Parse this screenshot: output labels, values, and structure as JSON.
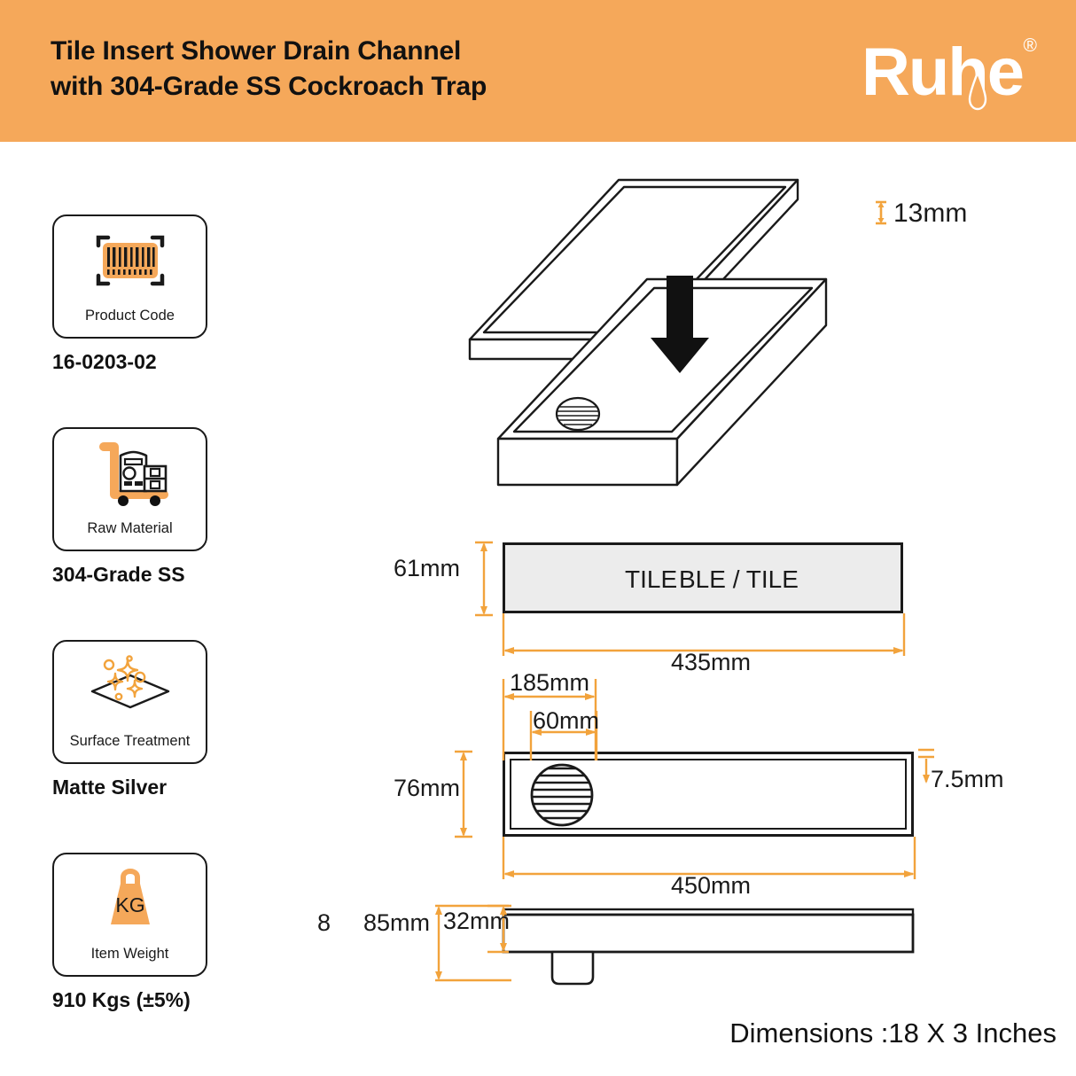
{
  "header": {
    "title": "Tile Insert Shower Drain Channel\nwith 304-Grade SS Cockroach Trap",
    "brand_name": "Ruhe",
    "brand_registered_mark": "®",
    "background_color": "#F5A85A"
  },
  "sidebar": {
    "cards": [
      {
        "icon": "barcode-icon",
        "caption": "Product Code",
        "value": "16-0203-02"
      },
      {
        "icon": "material-trolley-icon",
        "caption": "Raw Material",
        "value": "304-Grade SS"
      },
      {
        "icon": "sparkle-surface-icon",
        "caption": "Surface Treatment",
        "value": "Matte Silver"
      },
      {
        "icon": "weight-kg-icon",
        "caption": "Item Weight",
        "value": "910 Kgs (±5%)"
      }
    ],
    "weight_icon_label": "KG"
  },
  "drawing": {
    "isometric": {
      "thickness_label": "13mm",
      "arrow": "down-arrow-icon"
    },
    "elevation_front": {
      "height_label": "61mm",
      "length_label": "435mm",
      "face_text": "TILE",
      "face_text_overlap": "BLE / TILE"
    },
    "plan_view": {
      "outlet_offset_label": "185mm",
      "outlet_diameter_label": "60mm",
      "width_label": "76mm",
      "length_label": "450mm",
      "frame_label": "7.5mm"
    },
    "section_view": {
      "stray_digit": "8",
      "total_height_label": "85mm",
      "body_height_label": "32mm"
    },
    "caption": "Dimensions :18 X 3 Inches"
  },
  "colors": {
    "brand_orange": "#F5A85A",
    "dimension_orange": "#F2A33C",
    "line_black": "#1a1a1a",
    "panel_fill": "#ececec"
  }
}
